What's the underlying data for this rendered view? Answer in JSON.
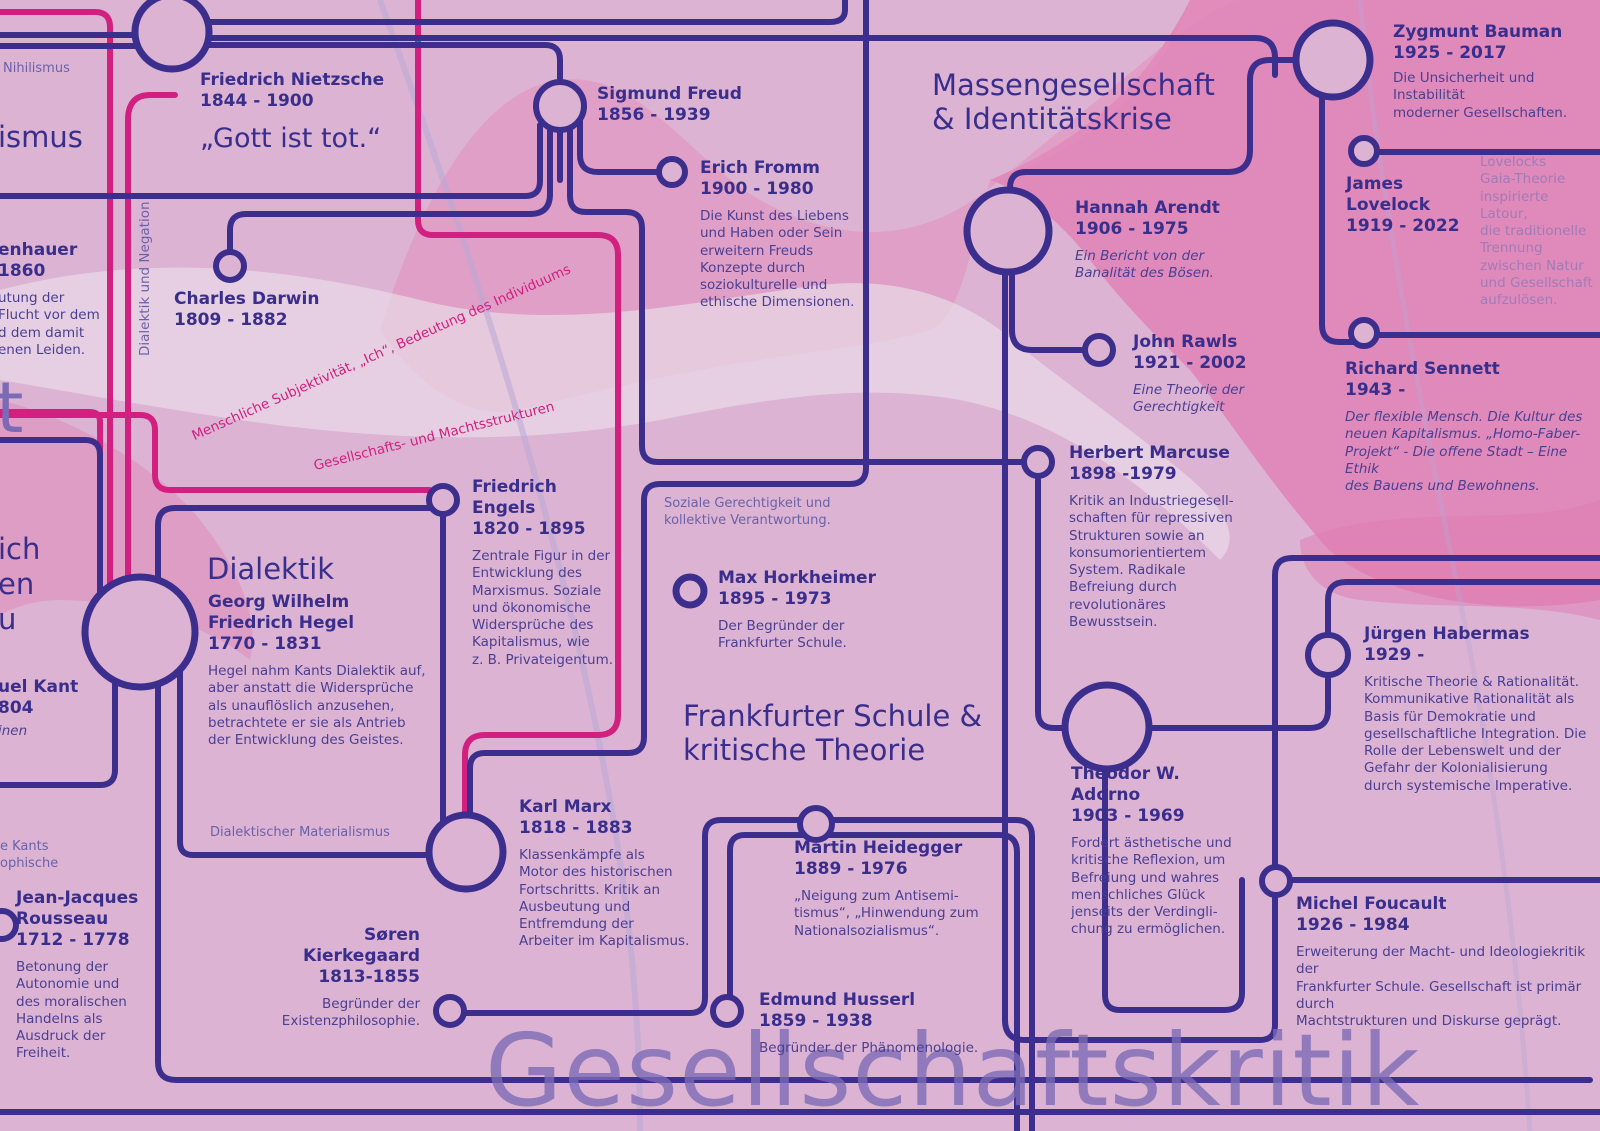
{
  "colors": {
    "line": "#3b2e8c",
    "magenta": "#d1207f",
    "background": "#dcb3d3",
    "blobPink": "#e07cb2",
    "blobLight": "#e9dbe8",
    "watermark": "#7b6bb5"
  },
  "headings": {
    "nihilismus_small": "Nihilismus",
    "nihilismus_big": "ismus",
    "massengesellschaft": "Massengesellschaft\n& Identitätskrise",
    "dialektik": "Dialektik",
    "frankfurter": "Frankfurter Schule &\nkritische Theorie",
    "watermark": "Gesellschaftskritik",
    "left_partial_big_t": "t",
    "left_partial_words": "ich\nen\nu"
  },
  "line_labels": {
    "dialektik_negation": "Dialektik und Negation",
    "subjektivitaet": "Menschliche Subjektivität, „Ich“, Bedeutung des Individuums",
    "gesellschaft_macht": "Gesellschafts- und Machtsstrukturen",
    "soziale_gerechtigkeit": "Soziale Gerechtigkeit und\nkollektive Verantwortung.",
    "dialektischer_materialismus": "Dialektischer Materialismus",
    "kants_philosophische": "e Kants\nophische"
  },
  "people": {
    "nietzsche": {
      "name": "Friedrich Nietzsche",
      "years": "1844 - 1900",
      "quote": "„Gott ist tot.“"
    },
    "freud": {
      "name": "Sigmund Freud",
      "years": "1856 - 1939"
    },
    "fromm": {
      "name": "Erich Fromm",
      "years": "1900 - 1980",
      "desc": "Die Kunst des Liebens\nund Haben oder Sein\nerweitern Freuds\nKonzepte durch\nsoziokulturelle und\nethische Dimensionen."
    },
    "schopenhauer": {
      "name": "enhauer",
      "years": "1860",
      "desc": "utung der\nFlucht vor dem\nd dem damit\nenen Leiden."
    },
    "darwin": {
      "name": "Charles Darwin",
      "years": "1809 - 1882"
    },
    "arendt": {
      "name": "Hannah Arendt",
      "years": "1906 - 1975",
      "desc": "Ein Bericht von der\nBanalität des Bösen."
    },
    "bauman": {
      "name": "Zygmunt Bauman",
      "years": "1925 - 2017",
      "desc": "Die Unsicherheit und Instabilität\nmoderner Gesellschaften."
    },
    "lovelock": {
      "name": "James\nLovelock",
      "years": "1919 - 2022",
      "desc": "Lovelocks\nGaia-Theorie\ninspirierte Latour,\ndie traditionelle\nTrennung\nzwischen Natur\nund Gesellschaft\naufzulösen."
    },
    "rawls": {
      "name": "John Rawls",
      "years": "1921 - 2002",
      "desc": "Eine Theorie der\nGerechtigkeit"
    },
    "sennett": {
      "name": "Richard Sennett",
      "years": "1943 -",
      "desc": "Der flexible Mensch. Die Kultur des\nneuen Kapitalismus. „Homo-Faber-\nProjekt“ - Die offene Stadt – Eine Ethik\ndes Bauens und Bewohnens."
    },
    "marcuse": {
      "name": "Herbert Marcuse",
      "years": "1898 -1979",
      "desc": "Kritik an Industriegesell-\nschaften für repressiven\nStrukturen sowie an\nkonsumorientiertem\nSystem. Radikale\nBefreiung durch\nrevolutionäres\nBewusstsein."
    },
    "engels": {
      "name": "Friedrich\nEngels",
      "years": "1820 - 1895",
      "desc": "Zentrale Figur in der\nEntwicklung des\nMarxismus. Soziale\nund ökonomische\nWidersprüche des\nKapitalismus, wie\nz. B. Privateigentum."
    },
    "horkheimer": {
      "name": "Max Horkheimer",
      "years": "1895 - 1973",
      "desc": "Der Begründer der\nFrankfurter Schule."
    },
    "hegel": {
      "name": "Georg Wilhelm\nFriedrich Hegel",
      "years": "1770 - 1831",
      "desc": "Hegel nahm Kants Dialektik auf,\naber anstatt die Widersprüche\nals unauflöslich anzusehen,\nbetrachtete er sie als Antrieb\nder Entwicklung des Geistes."
    },
    "kant": {
      "name": "uel Kant",
      "years": "804",
      "desc": "inen"
    },
    "habermas": {
      "name": "Jürgen Habermas",
      "years": "1929 -",
      "desc": "Kritische Theorie & Rationalität.\nKommunikative Rationalität als\nBasis für Demokratie und\ngesellschaftliche Integration. Die\nRolle der Lebenswelt und der\nGefahr der Kolonialisierung\ndurch systemische Imperative."
    },
    "adorno": {
      "name": "Theodor W.\nAdorno",
      "years": "1903 - 1969",
      "desc": "Fordert ästhetische und\nkritische Reflexion, um\nBefreiung und wahres\nmenschliches Glück\njenseits der Verdingli-\nchung zu ermöglichen."
    },
    "marx": {
      "name": "Karl Marx",
      "years": "1818 - 1883",
      "desc": "Klassenkämpfe als\nMotor des historischen\nFortschritts. Kritik an\nAusbeutung und\nEntfremdung der\nArbeiter im Kapitalismus."
    },
    "heidegger": {
      "name": "Martin Heidegger",
      "years": "1889 - 1976",
      "desc": "„Neigung zum Antisemi-\ntismus“, „Hinwendung zum\nNationalsozialismus“."
    },
    "rousseau": {
      "name": "Jean-Jacques\nRousseau",
      "years": "1712 - 1778",
      "desc": "Betonung der\nAutonomie und\ndes moralischen\nHandelns als\nAusdruck der\nFreiheit."
    },
    "kierkegaard": {
      "name": "Søren\nKierkegaard",
      "years": "1813-1855",
      "desc": "Begründer der\nExistenzphilosophie."
    },
    "husserl": {
      "name": "Edmund Husserl",
      "years": "1859 - 1938",
      "desc": "Begründer der Phänomenologie."
    },
    "foucault": {
      "name": "Michel Foucault",
      "years": "1926 - 1984",
      "desc": "Erweiterung der Macht- und Ideologiekritik der\nFrankfurter Schule. Gesellschaft ist primär durch\nMachtstrukturen und Diskurse geprägt."
    }
  }
}
